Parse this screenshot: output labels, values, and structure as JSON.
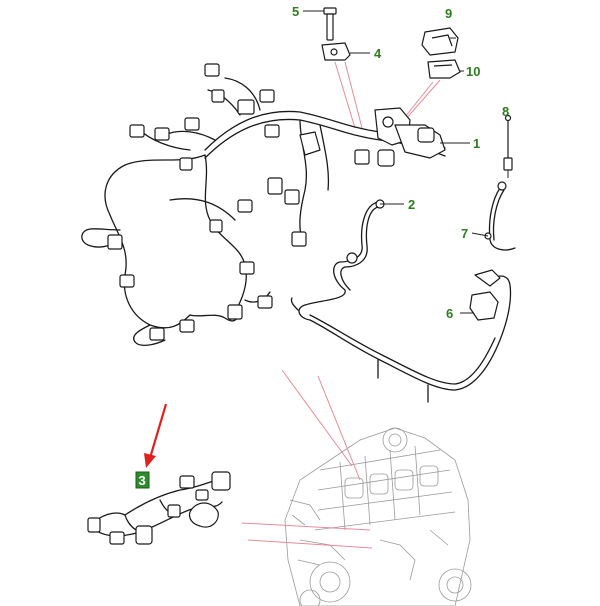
{
  "callouts": [
    {
      "label": "1"
    },
    {
      "label": "2"
    },
    {
      "label": "3"
    },
    {
      "label": "4"
    },
    {
      "label": "5"
    },
    {
      "label": "6"
    },
    {
      "label": "7"
    },
    {
      "label": "8"
    },
    {
      "label": "9"
    },
    {
      "label": "10"
    }
  ],
  "colors": {
    "callout_text": "#2e7d1e",
    "callout_highlight_box": "#2e8b2e",
    "indicator_arrow": "#e0201c",
    "leader_pink": "#e58c98",
    "line_art": "#1a1a1a",
    "engine_lineart": "#9a9a9a"
  }
}
